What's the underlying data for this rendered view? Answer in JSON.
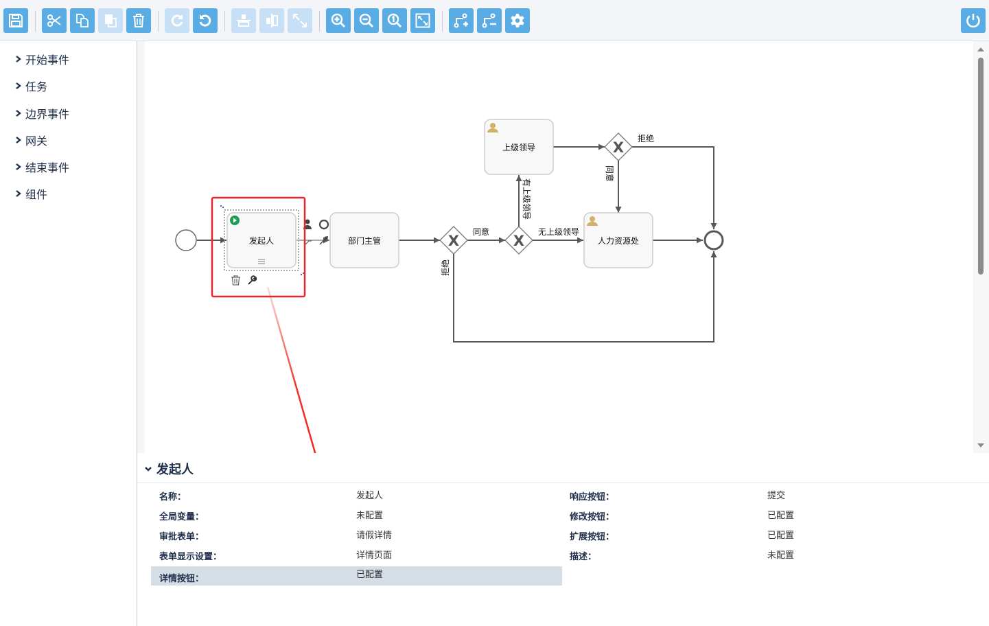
{
  "toolbar": {
    "buttons": [
      {
        "name": "save",
        "icon": "save-icon",
        "enabled": true
      },
      {
        "name": "cut",
        "icon": "scissors-icon",
        "enabled": true
      },
      {
        "name": "copy",
        "icon": "copy-icon",
        "enabled": true
      },
      {
        "name": "paste",
        "icon": "paste-icon",
        "enabled": false
      },
      {
        "name": "delete",
        "icon": "trash-icon",
        "enabled": true
      },
      {
        "name": "redo",
        "icon": "redo-icon",
        "enabled": false
      },
      {
        "name": "undo",
        "icon": "undo-icon",
        "enabled": true
      },
      {
        "name": "align-vertical",
        "icon": "align-vertical-icon",
        "enabled": false
      },
      {
        "name": "align-horizontal",
        "icon": "align-horizontal-icon",
        "enabled": false
      },
      {
        "name": "same-size",
        "icon": "same-size-icon",
        "enabled": false
      },
      {
        "name": "zoom-in",
        "icon": "zoom-in-icon",
        "enabled": true
      },
      {
        "name": "zoom-out",
        "icon": "zoom-out-icon",
        "enabled": true
      },
      {
        "name": "zoom-actual",
        "icon": "zoom-actual-icon",
        "enabled": true
      },
      {
        "name": "zoom-fit",
        "icon": "zoom-fit-icon",
        "enabled": true
      },
      {
        "name": "add-bendpoint",
        "icon": "add-bendpoint-icon",
        "enabled": true
      },
      {
        "name": "remove-bendpoint",
        "icon": "remove-bendpoint-icon",
        "enabled": true
      },
      {
        "name": "settings",
        "icon": "gear-icon",
        "enabled": true
      },
      {
        "name": "close",
        "icon": "power-icon",
        "enabled": true
      }
    ],
    "accent_color": "#5aace5",
    "disabled_color": "#c7e0f5"
  },
  "sidebar": {
    "items": [
      {
        "label": "开始事件"
      },
      {
        "label": "任务"
      },
      {
        "label": "边界事件"
      },
      {
        "label": "网关"
      },
      {
        "label": "结束事件"
      },
      {
        "label": "组件"
      }
    ]
  },
  "diagram": {
    "tasks": {
      "initiator": "发起人",
      "dept_manager": "部门主管",
      "superior": "上级领导",
      "hr": "人力资源处"
    },
    "flow_labels": {
      "agree": "同意",
      "reject_1": "拒绝",
      "has_superior": "有上级领导",
      "no_superior": "无上级领导",
      "reject_2": "拒绝",
      "approve": "同意"
    },
    "highlight_color": "#e8262a"
  },
  "properties": {
    "title": "发起人",
    "left": [
      {
        "label": "名称：",
        "value": "发起人"
      },
      {
        "label": "全局变量：",
        "value": "未配置"
      },
      {
        "label": "审批表单：",
        "value": "请假详情"
      },
      {
        "label": "表单显示设置：",
        "value": "详情页面"
      },
      {
        "label": "详情按钮：",
        "value": "已配置"
      }
    ],
    "right": [
      {
        "label": "响应按钮：",
        "value": "提交"
      },
      {
        "label": "修改按钮：",
        "value": "已配置"
      },
      {
        "label": "扩展按钮：",
        "value": "已配置"
      },
      {
        "label": "描述：",
        "value": "未配置"
      }
    ]
  }
}
